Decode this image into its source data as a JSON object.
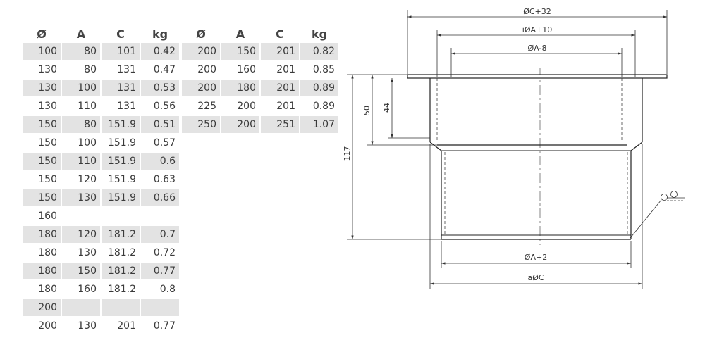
{
  "tables": {
    "left": {
      "headers": [
        "Ø",
        "A",
        "C",
        "kg"
      ],
      "rows": [
        [
          "100",
          "80",
          "101",
          "0.42"
        ],
        [
          "130",
          "80",
          "131",
          "0.47"
        ],
        [
          "130",
          "100",
          "131",
          "0.53"
        ],
        [
          "130",
          "110",
          "131",
          "0.56"
        ],
        [
          "150",
          "80",
          "151.9",
          "0.51"
        ],
        [
          "150",
          "100",
          "151.9",
          "0.57"
        ],
        [
          "150",
          "110",
          "151.9",
          "0.6"
        ],
        [
          "150",
          "120",
          "151.9",
          "0.63"
        ],
        [
          "150",
          "130",
          "151.9",
          "0.66"
        ],
        [
          "160",
          "",
          "",
          ""
        ],
        [
          "180",
          "120",
          "181.2",
          "0.7"
        ],
        [
          "180",
          "130",
          "181.2",
          "0.72"
        ],
        [
          "180",
          "150",
          "181.2",
          "0.77"
        ],
        [
          "180",
          "160",
          "181.2",
          "0.8"
        ],
        [
          "200",
          "",
          "",
          ""
        ],
        [
          "200",
          "130",
          "201",
          "0.77"
        ]
      ]
    },
    "right": {
      "headers": [
        "Ø",
        "A",
        "C",
        "kg"
      ],
      "rows": [
        [
          "200",
          "150",
          "201",
          "0.82"
        ],
        [
          "200",
          "160",
          "201",
          "0.85"
        ],
        [
          "200",
          "180",
          "201",
          "0.89"
        ],
        [
          "225",
          "200",
          "201",
          "0.89"
        ],
        [
          "250",
          "200",
          "251",
          "1.07"
        ]
      ]
    }
  },
  "drawing": {
    "dim_top_outer": "ØC+32",
    "dim_top_inner": "iØA+10",
    "dim_top_small": "ØA-8",
    "dim_height_117": "117",
    "dim_height_50": "50",
    "dim_height_44": "44",
    "dim_bottom_a2": "ØA+2",
    "dim_bottom_c": "aØC"
  }
}
